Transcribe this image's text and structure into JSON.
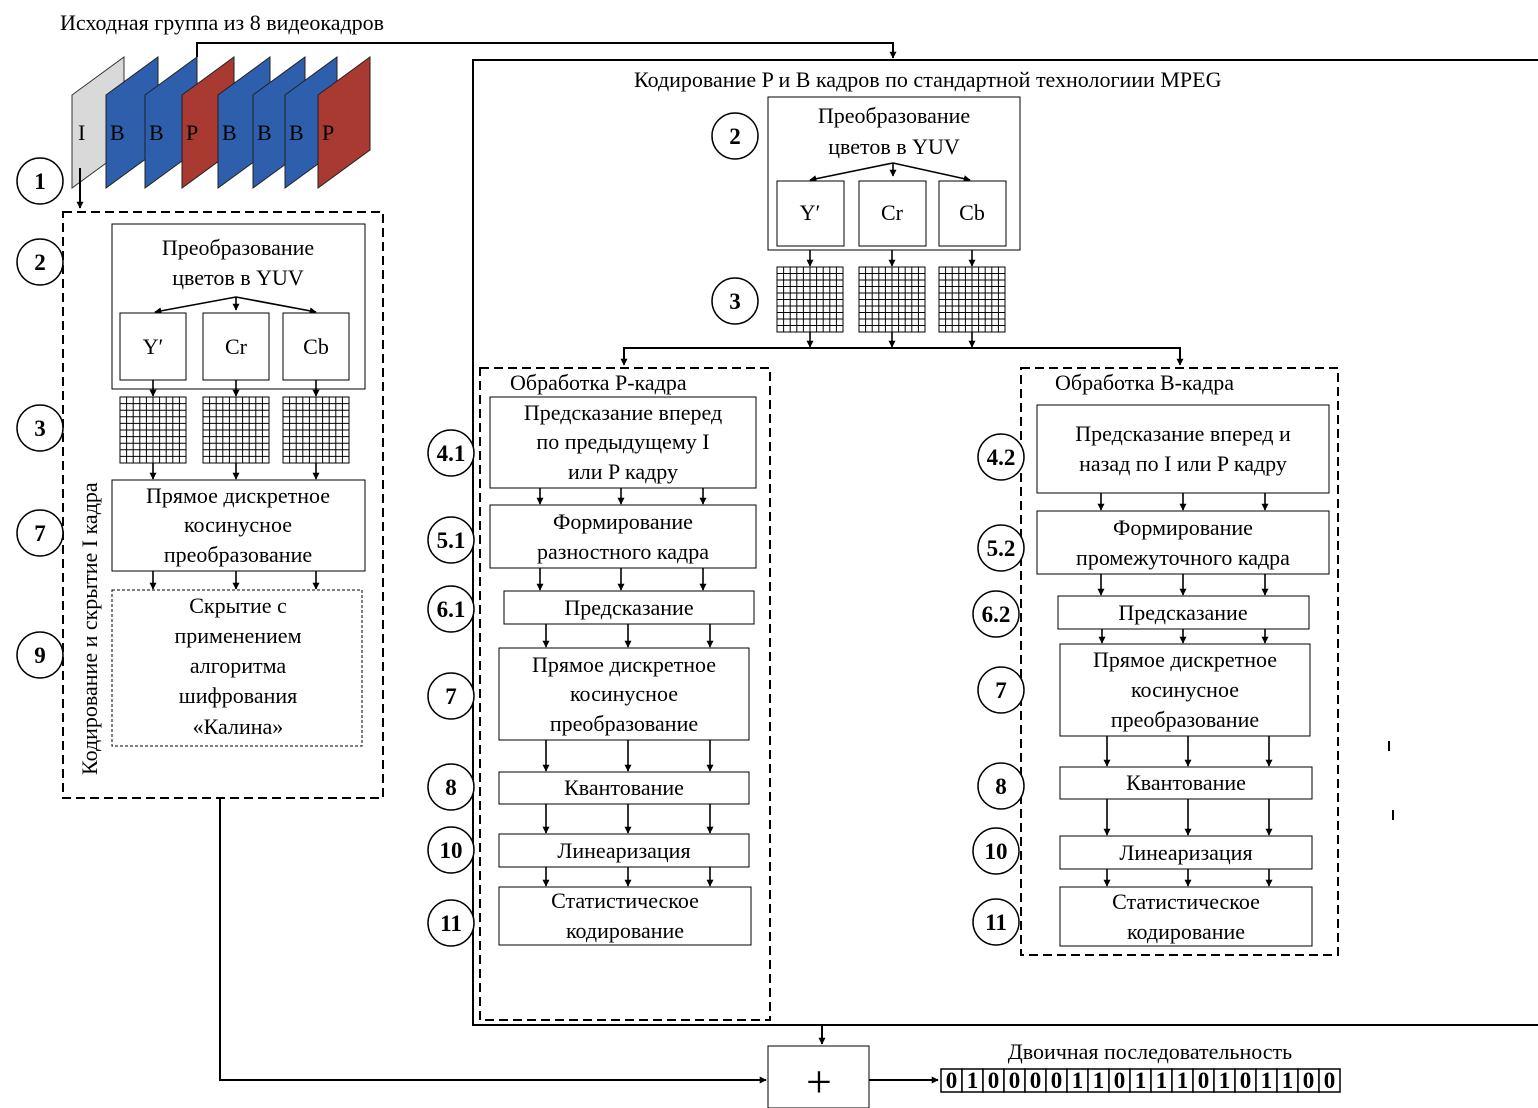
{
  "group_title": "Исходная группа из 8 видеокадров",
  "frames": [
    "I",
    "B",
    "B",
    "P",
    "B",
    "B",
    "B",
    "P"
  ],
  "colors": {
    "frame_I": "#d9d9d9",
    "frame_B": "#2e5fad",
    "frame_P": "#a83a32",
    "line": "#000000",
    "background": "#ffffff"
  },
  "i_branch": {
    "vertical_label": "Кодирование и скрытие I кадра",
    "color_conv": [
      "Преобразование",
      "цветов в YUV"
    ],
    "channels": [
      "Y′",
      "Cr",
      "Cb"
    ],
    "dct": [
      "Прямое дискретное",
      "косинусное",
      "преобразование"
    ],
    "hiding": [
      "Скрытие с",
      "применением",
      "алгоритма",
      "шифрования",
      "«Калина»"
    ],
    "steps": [
      "1",
      "2",
      "3",
      "7",
      "9"
    ]
  },
  "mpeg": {
    "title": "Кодирование P и B кадров по стандартной технологиии MPEG",
    "color_conv": [
      "Преобразование",
      "цветов в YUV"
    ],
    "channels": [
      "Y′",
      "Cr",
      "Cb"
    ],
    "steps": [
      "2",
      "3"
    ]
  },
  "p_branch": {
    "title": "Обработка P-кадра",
    "prediction_fwd": [
      "Предсказание вперед",
      "по предыдущему I",
      "или P кадру"
    ],
    "diff_frame": [
      "Формирование",
      "разностного кадра"
    ],
    "prediction": "Предсказание",
    "dct": [
      "Прямое дискретное",
      "косинусное",
      "преобразование"
    ],
    "quant": "Квантование",
    "linear": "Линеаризация",
    "stat_coding": [
      "Статистическое",
      "кодирование"
    ],
    "steps": [
      "4.1",
      "5.1",
      "6.1",
      "7",
      "8",
      "10",
      "11"
    ]
  },
  "b_branch": {
    "title": "Обработка B-кадра",
    "prediction_bidir": [
      "Предсказание вперед и",
      "назад по I или P кадру"
    ],
    "inter_frame": [
      "Формирование",
      "промежуточного кадра"
    ],
    "prediction": "Предсказание",
    "dct": [
      "Прямое дискретное",
      "косинусное",
      "преобразование"
    ],
    "quant": "Квантование",
    "linear": "Линеаризация",
    "stat_coding": [
      "Статистическое",
      "кодирование"
    ],
    "steps": [
      "4.2",
      "5.2",
      "6.2",
      "7",
      "8",
      "10",
      "11"
    ]
  },
  "output": {
    "combiner": "+",
    "label": "Двоичная последовательность",
    "bits": [
      "0",
      "1",
      "0",
      "0",
      "0",
      "0",
      "1",
      "1",
      "0",
      "1",
      "1",
      "1",
      "0",
      "1",
      "0",
      "1",
      "1",
      "0",
      "0"
    ]
  }
}
